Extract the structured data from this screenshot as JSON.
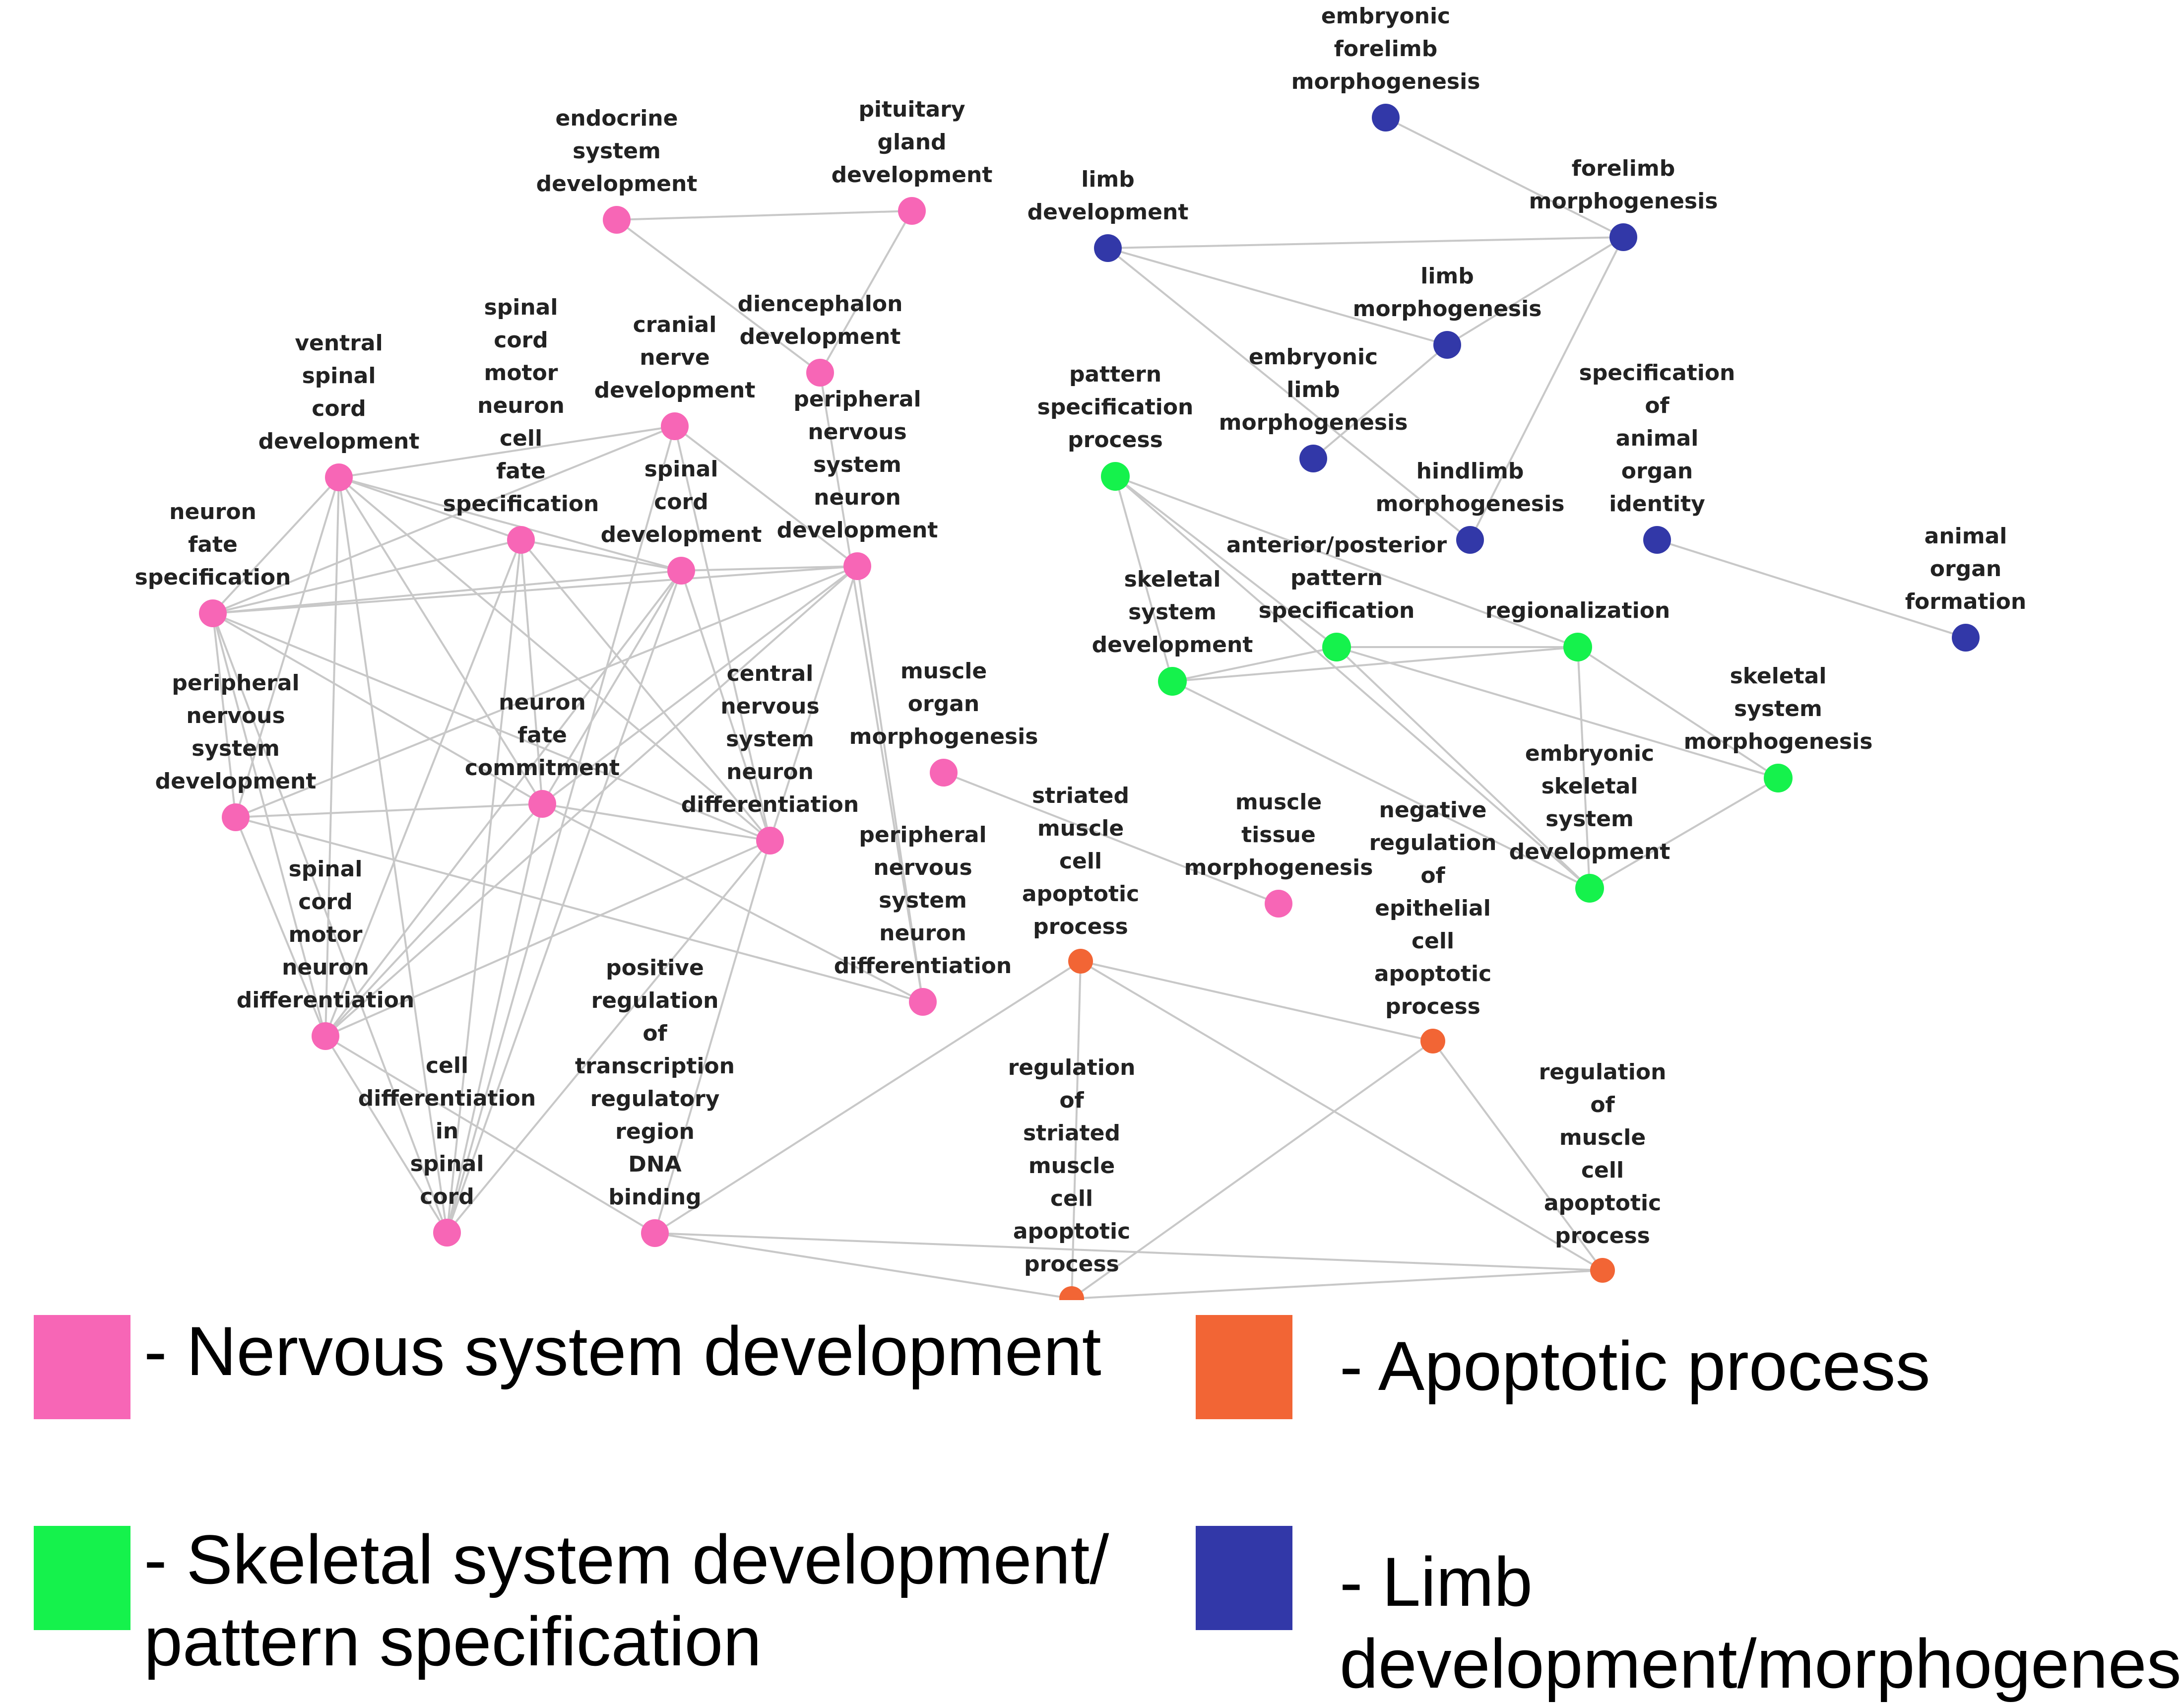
{
  "colors": {
    "nervous": "#f766b6",
    "skeletal": "#15f24c",
    "apoptotic": "#f26535",
    "limb": "#3238a8",
    "edge": "#c8c8c8"
  },
  "nodes": [
    {
      "id": "endocrine",
      "group": "nervous",
      "lines": [
        "endocrine",
        "system",
        "development"
      ]
    },
    {
      "id": "pituitary",
      "group": "nervous",
      "lines": [
        "pituitary",
        "gland",
        "development"
      ]
    },
    {
      "id": "diencephalon",
      "group": "nervous",
      "lines": [
        "diencephalon",
        "development"
      ]
    },
    {
      "id": "cranial",
      "group": "nervous",
      "lines": [
        "cranial",
        "nerve",
        "development"
      ]
    },
    {
      "id": "ventral",
      "group": "nervous",
      "lines": [
        "ventral",
        "spinal",
        "cord",
        "development"
      ]
    },
    {
      "id": "scmn_spec",
      "group": "nervous",
      "lines": [
        "spinal",
        "cord",
        "motor",
        "neuron",
        "cell",
        "fate",
        "specification"
      ]
    },
    {
      "id": "sc_dev",
      "group": "nervous",
      "lines": [
        "spinal",
        "cord",
        "development"
      ]
    },
    {
      "id": "pnsn_dev",
      "group": "nervous",
      "lines": [
        "peripheral",
        "nervous",
        "system",
        "neuron",
        "development"
      ]
    },
    {
      "id": "nf_spec",
      "group": "nervous",
      "lines": [
        "neuron",
        "fate",
        "specification"
      ]
    },
    {
      "id": "pns_dev",
      "group": "nervous",
      "lines": [
        "peripheral",
        "nervous",
        "system",
        "development"
      ]
    },
    {
      "id": "nf_commit",
      "group": "nervous",
      "lines": [
        "neuron",
        "fate",
        "commitment"
      ]
    },
    {
      "id": "cnsn_diff",
      "group": "nervous",
      "lines": [
        "central",
        "nervous",
        "system",
        "neuron",
        "differentiation"
      ]
    },
    {
      "id": "muscle_organ",
      "group": "nervous",
      "lines": [
        "muscle",
        "organ",
        "morphogenesis"
      ]
    },
    {
      "id": "pnsn_diff",
      "group": "nervous",
      "lines": [
        "peripheral",
        "nervous",
        "system",
        "neuron",
        "differentiation"
      ]
    },
    {
      "id": "scmn_diff",
      "group": "nervous",
      "lines": [
        "spinal",
        "cord",
        "motor",
        "neuron",
        "differentiation"
      ]
    },
    {
      "id": "cell_diff_sc",
      "group": "nervous",
      "lines": [
        "cell",
        "differentiation",
        "in",
        "spinal",
        "cord"
      ]
    },
    {
      "id": "pos_reg",
      "group": "nervous",
      "lines": [
        "positive",
        "regulation",
        "of",
        "transcription",
        "regulatory",
        "region",
        "DNA",
        "binding"
      ]
    },
    {
      "id": "muscle_tissue",
      "group": "nervous",
      "lines": [
        "muscle",
        "tissue",
        "morphogenesis"
      ]
    },
    {
      "id": "emb_forelimb",
      "group": "limb",
      "lines": [
        "embryonic",
        "forelimb",
        "morphogenesis"
      ]
    },
    {
      "id": "limb_dev",
      "group": "limb",
      "lines": [
        "limb",
        "development"
      ]
    },
    {
      "id": "forelimb",
      "group": "limb",
      "lines": [
        "forelimb",
        "morphogenesis"
      ]
    },
    {
      "id": "limb_morph",
      "group": "limb",
      "lines": [
        "limb",
        "morphogenesis"
      ]
    },
    {
      "id": "emb_limb",
      "group": "limb",
      "lines": [
        "embryonic",
        "limb",
        "morphogenesis"
      ]
    },
    {
      "id": "hindlimb",
      "group": "limb",
      "lines": [
        "hindlimb",
        "morphogenesis"
      ]
    },
    {
      "id": "spec_animal",
      "group": "limb",
      "lines": [
        "specification",
        "of",
        "animal",
        "organ",
        "identity"
      ]
    },
    {
      "id": "animal_organ",
      "group": "limb",
      "lines": [
        "animal",
        "organ",
        "formation"
      ]
    },
    {
      "id": "pattern_spec",
      "group": "skeletal",
      "lines": [
        "pattern",
        "specification",
        "process"
      ]
    },
    {
      "id": "ap_pattern",
      "group": "skeletal",
      "lines": [
        "anterior/posterior",
        "pattern",
        "specification"
      ]
    },
    {
      "id": "skel_dev",
      "group": "skeletal",
      "lines": [
        "skeletal",
        "system",
        "development"
      ]
    },
    {
      "id": "regionalization",
      "group": "skeletal",
      "lines": [
        "regionalization"
      ]
    },
    {
      "id": "skel_morph",
      "group": "skeletal",
      "lines": [
        "skeletal",
        "system",
        "morphogenesis"
      ]
    },
    {
      "id": "emb_skel",
      "group": "skeletal",
      "lines": [
        "embryonic",
        "skeletal",
        "system",
        "development"
      ]
    },
    {
      "id": "striated_apop",
      "group": "apoptotic",
      "lines": [
        "striated",
        "muscle",
        "cell",
        "apoptotic",
        "process"
      ]
    },
    {
      "id": "neg_reg_epi",
      "group": "apoptotic",
      "lines": [
        "negative",
        "regulation",
        "of",
        "epithelial",
        "cell",
        "apoptotic",
        "process"
      ]
    },
    {
      "id": "reg_striated",
      "group": "apoptotic",
      "lines": [
        "regulation",
        "of",
        "striated",
        "muscle",
        "cell",
        "apoptotic",
        "process"
      ]
    },
    {
      "id": "reg_muscle",
      "group": "apoptotic",
      "lines": [
        "regulation",
        "of",
        "muscle",
        "cell",
        "apoptotic",
        "process"
      ]
    }
  ],
  "edges": [
    [
      "endocrine",
      "pituitary"
    ],
    [
      "endocrine",
      "diencephalon"
    ],
    [
      "pituitary",
      "diencephalon"
    ],
    [
      "diencephalon",
      "pnsn_diff"
    ],
    [
      "cranial",
      "ventral"
    ],
    [
      "cranial",
      "nf_spec"
    ],
    [
      "cranial",
      "pnsn_dev"
    ],
    [
      "cranial",
      "cnsn_diff"
    ],
    [
      "cranial",
      "cell_diff_sc"
    ],
    [
      "ventral",
      "nf_spec"
    ],
    [
      "ventral",
      "scmn_spec"
    ],
    [
      "ventral",
      "sc_dev"
    ],
    [
      "ventral",
      "pns_dev"
    ],
    [
      "ventral",
      "nf_commit"
    ],
    [
      "ventral",
      "cnsn_diff"
    ],
    [
      "ventral",
      "scmn_diff"
    ],
    [
      "ventral",
      "cell_diff_sc"
    ],
    [
      "scmn_spec",
      "nf_spec"
    ],
    [
      "scmn_spec",
      "sc_dev"
    ],
    [
      "scmn_spec",
      "nf_commit"
    ],
    [
      "scmn_spec",
      "cnsn_diff"
    ],
    [
      "scmn_spec",
      "scmn_diff"
    ],
    [
      "scmn_spec",
      "cell_diff_sc"
    ],
    [
      "sc_dev",
      "nf_spec"
    ],
    [
      "sc_dev",
      "nf_commit"
    ],
    [
      "sc_dev",
      "scmn_diff"
    ],
    [
      "sc_dev",
      "cell_diff_sc"
    ],
    [
      "sc_dev",
      "cnsn_diff"
    ],
    [
      "sc_dev",
      "pnsn_dev"
    ],
    [
      "pnsn_dev",
      "nf_spec"
    ],
    [
      "pnsn_dev",
      "pns_dev"
    ],
    [
      "pnsn_dev",
      "nf_commit"
    ],
    [
      "pnsn_dev",
      "pnsn_diff"
    ],
    [
      "pnsn_dev",
      "scmn_diff"
    ],
    [
      "pnsn_dev",
      "cnsn_diff"
    ],
    [
      "nf_spec",
      "pns_dev"
    ],
    [
      "nf_spec",
      "nf_commit"
    ],
    [
      "nf_spec",
      "cnsn_diff"
    ],
    [
      "nf_spec",
      "scmn_diff"
    ],
    [
      "nf_spec",
      "cell_diff_sc"
    ],
    [
      "pns_dev",
      "pnsn_diff"
    ],
    [
      "pns_dev",
      "scmn_diff"
    ],
    [
      "pns_dev",
      "nf_commit"
    ],
    [
      "nf_commit",
      "cnsn_diff"
    ],
    [
      "nf_commit",
      "scmn_diff"
    ],
    [
      "nf_commit",
      "cell_diff_sc"
    ],
    [
      "nf_commit",
      "pnsn_diff"
    ],
    [
      "cnsn_diff",
      "scmn_diff"
    ],
    [
      "cnsn_diff",
      "cell_diff_sc"
    ],
    [
      "cnsn_diff",
      "pos_reg"
    ],
    [
      "scmn_diff",
      "cell_diff_sc"
    ],
    [
      "scmn_diff",
      "pos_reg"
    ],
    [
      "muscle_organ",
      "muscle_tissue"
    ],
    [
      "pos_reg",
      "striated_apop"
    ],
    [
      "pos_reg",
      "reg_striated"
    ],
    [
      "pos_reg",
      "reg_muscle"
    ],
    [
      "striated_apop",
      "neg_reg_epi"
    ],
    [
      "striated_apop",
      "reg_muscle"
    ],
    [
      "striated_apop",
      "reg_striated"
    ],
    [
      "neg_reg_epi",
      "reg_muscle"
    ],
    [
      "neg_reg_epi",
      "reg_striated"
    ],
    [
      "reg_striated",
      "reg_muscle"
    ],
    [
      "emb_forelimb",
      "forelimb"
    ],
    [
      "limb_dev",
      "forelimb"
    ],
    [
      "limb_dev",
      "limb_morph"
    ],
    [
      "limb_dev",
      "hindlimb"
    ],
    [
      "forelimb",
      "limb_morph"
    ],
    [
      "forelimb",
      "hindlimb"
    ],
    [
      "limb_morph",
      "emb_limb"
    ],
    [
      "spec_animal",
      "animal_organ"
    ],
    [
      "pattern_spec",
      "ap_pattern"
    ],
    [
      "pattern_spec",
      "skel_dev"
    ],
    [
      "pattern_spec",
      "regionalization"
    ],
    [
      "pattern_spec",
      "emb_skel"
    ],
    [
      "ap_pattern",
      "skel_dev"
    ],
    [
      "ap_pattern",
      "regionalization"
    ],
    [
      "ap_pattern",
      "skel_morph"
    ],
    [
      "ap_pattern",
      "emb_skel"
    ],
    [
      "skel_dev",
      "regionalization"
    ],
    [
      "skel_dev",
      "emb_skel"
    ],
    [
      "regionalization",
      "skel_morph"
    ],
    [
      "regionalization",
      "emb_skel"
    ],
    [
      "skel_morph",
      "emb_skel"
    ]
  ],
  "legend": [
    {
      "group": "nervous",
      "lines": [
        "- Nervous system development"
      ]
    },
    {
      "group": "apoptotic",
      "lines": [
        "- Apoptotic process"
      ]
    },
    {
      "group": "skeletal",
      "lines": [
        "- Skeletal system development/",
        "pattern specification"
      ]
    },
    {
      "group": "limb",
      "lines": [
        "- Limb",
        "development/morphogenesis"
      ]
    }
  ]
}
